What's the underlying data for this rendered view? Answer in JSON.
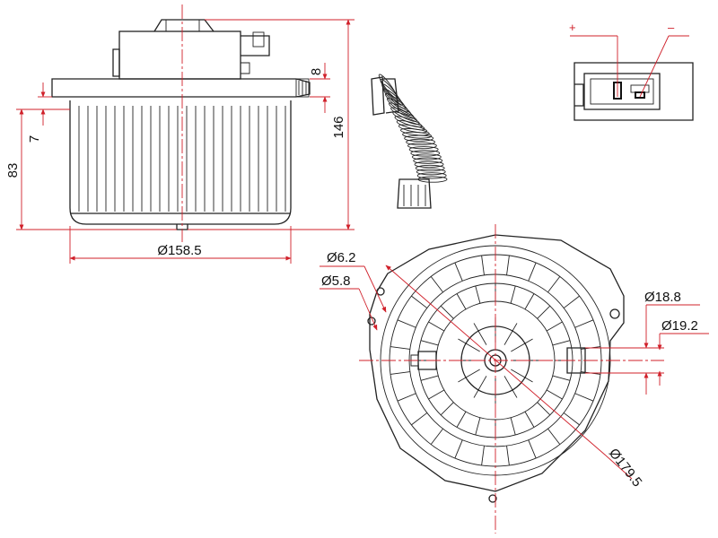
{
  "dimensions": {
    "height_total": "146",
    "height_fan": "83",
    "flange_thickness": "8",
    "offset": "7",
    "wheel_diameter": "Ø158.5",
    "hole_large": "Ø6.2",
    "hole_small": "Ø5.8",
    "shaft_inner": "Ø18.8",
    "shaft_outer": "Ø19.2",
    "housing_diameter": "Ø179.5"
  },
  "connector": {
    "positive": "+",
    "negative": "–"
  },
  "colors": {
    "dimension_line": "#d0202a",
    "outline": "#222222"
  }
}
